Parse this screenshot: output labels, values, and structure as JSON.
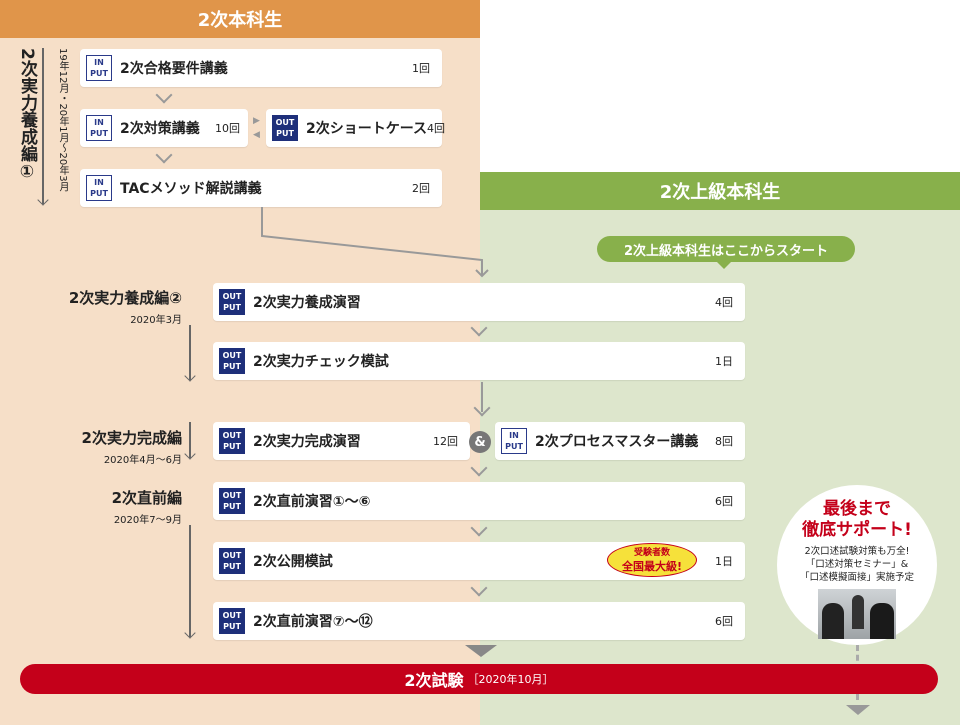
{
  "headers": {
    "main": "2次本科生",
    "advanced": "2次上級本科生"
  },
  "advanced_start": "2次上級本科生はここからスタート",
  "phases": [
    {
      "name": "2次実力養成編①",
      "date": "19年12月・20年1月〜20年3月"
    },
    {
      "name": "2次実力養成編②",
      "date": "2020年3月"
    },
    {
      "name": "2次実力完成編",
      "date": "2020年4月〜6月"
    },
    {
      "name": "2次直前編",
      "date": "2020年7〜9月"
    }
  ],
  "badges": {
    "input": [
      "IN",
      "PUT"
    ],
    "output": [
      "OUT",
      "PUT"
    ]
  },
  "courses": [
    {
      "title": "2次合格要件講義",
      "count": "1回",
      "type": "input"
    },
    {
      "title": "2次対策講義",
      "count": "10回",
      "type": "input"
    },
    {
      "title": "2次ショートケース",
      "count": "4回",
      "type": "output"
    },
    {
      "title": "TACメソッド解説講義",
      "count": "2回",
      "type": "input"
    },
    {
      "title": "2次実力養成演習",
      "count": "4回",
      "type": "output"
    },
    {
      "title": "2次実力チェック模試",
      "count": "1日",
      "type": "output"
    },
    {
      "title": "2次実力完成演習",
      "count": "12回",
      "type": "output"
    },
    {
      "title": "2次プロセスマスター講義",
      "count": "8回",
      "type": "input"
    },
    {
      "title": "2次直前演習①〜⑥",
      "count": "6回",
      "type": "output"
    },
    {
      "title": "2次公開模試",
      "count": "1日",
      "type": "output"
    },
    {
      "title": "2次直前演習⑦〜⑫",
      "count": "6回",
      "type": "output"
    }
  ],
  "ampersand": "&",
  "mock_badge": {
    "line1": "受験者数",
    "line2": "全国最大級!"
  },
  "support": {
    "title1": "最後まで",
    "title2": "徹底サポート!",
    "line1": "2次口述試験対策も万全!",
    "line2": "「口述対策セミナー」&",
    "line3": "「口述模擬面接」実施予定"
  },
  "exam": {
    "title": "2次試験",
    "date": "［2020年10月］"
  },
  "colors": {
    "main": "#e0954a",
    "advanced": "#88b04b",
    "exam": "#c4001a",
    "navy": "#1e2f7a"
  }
}
